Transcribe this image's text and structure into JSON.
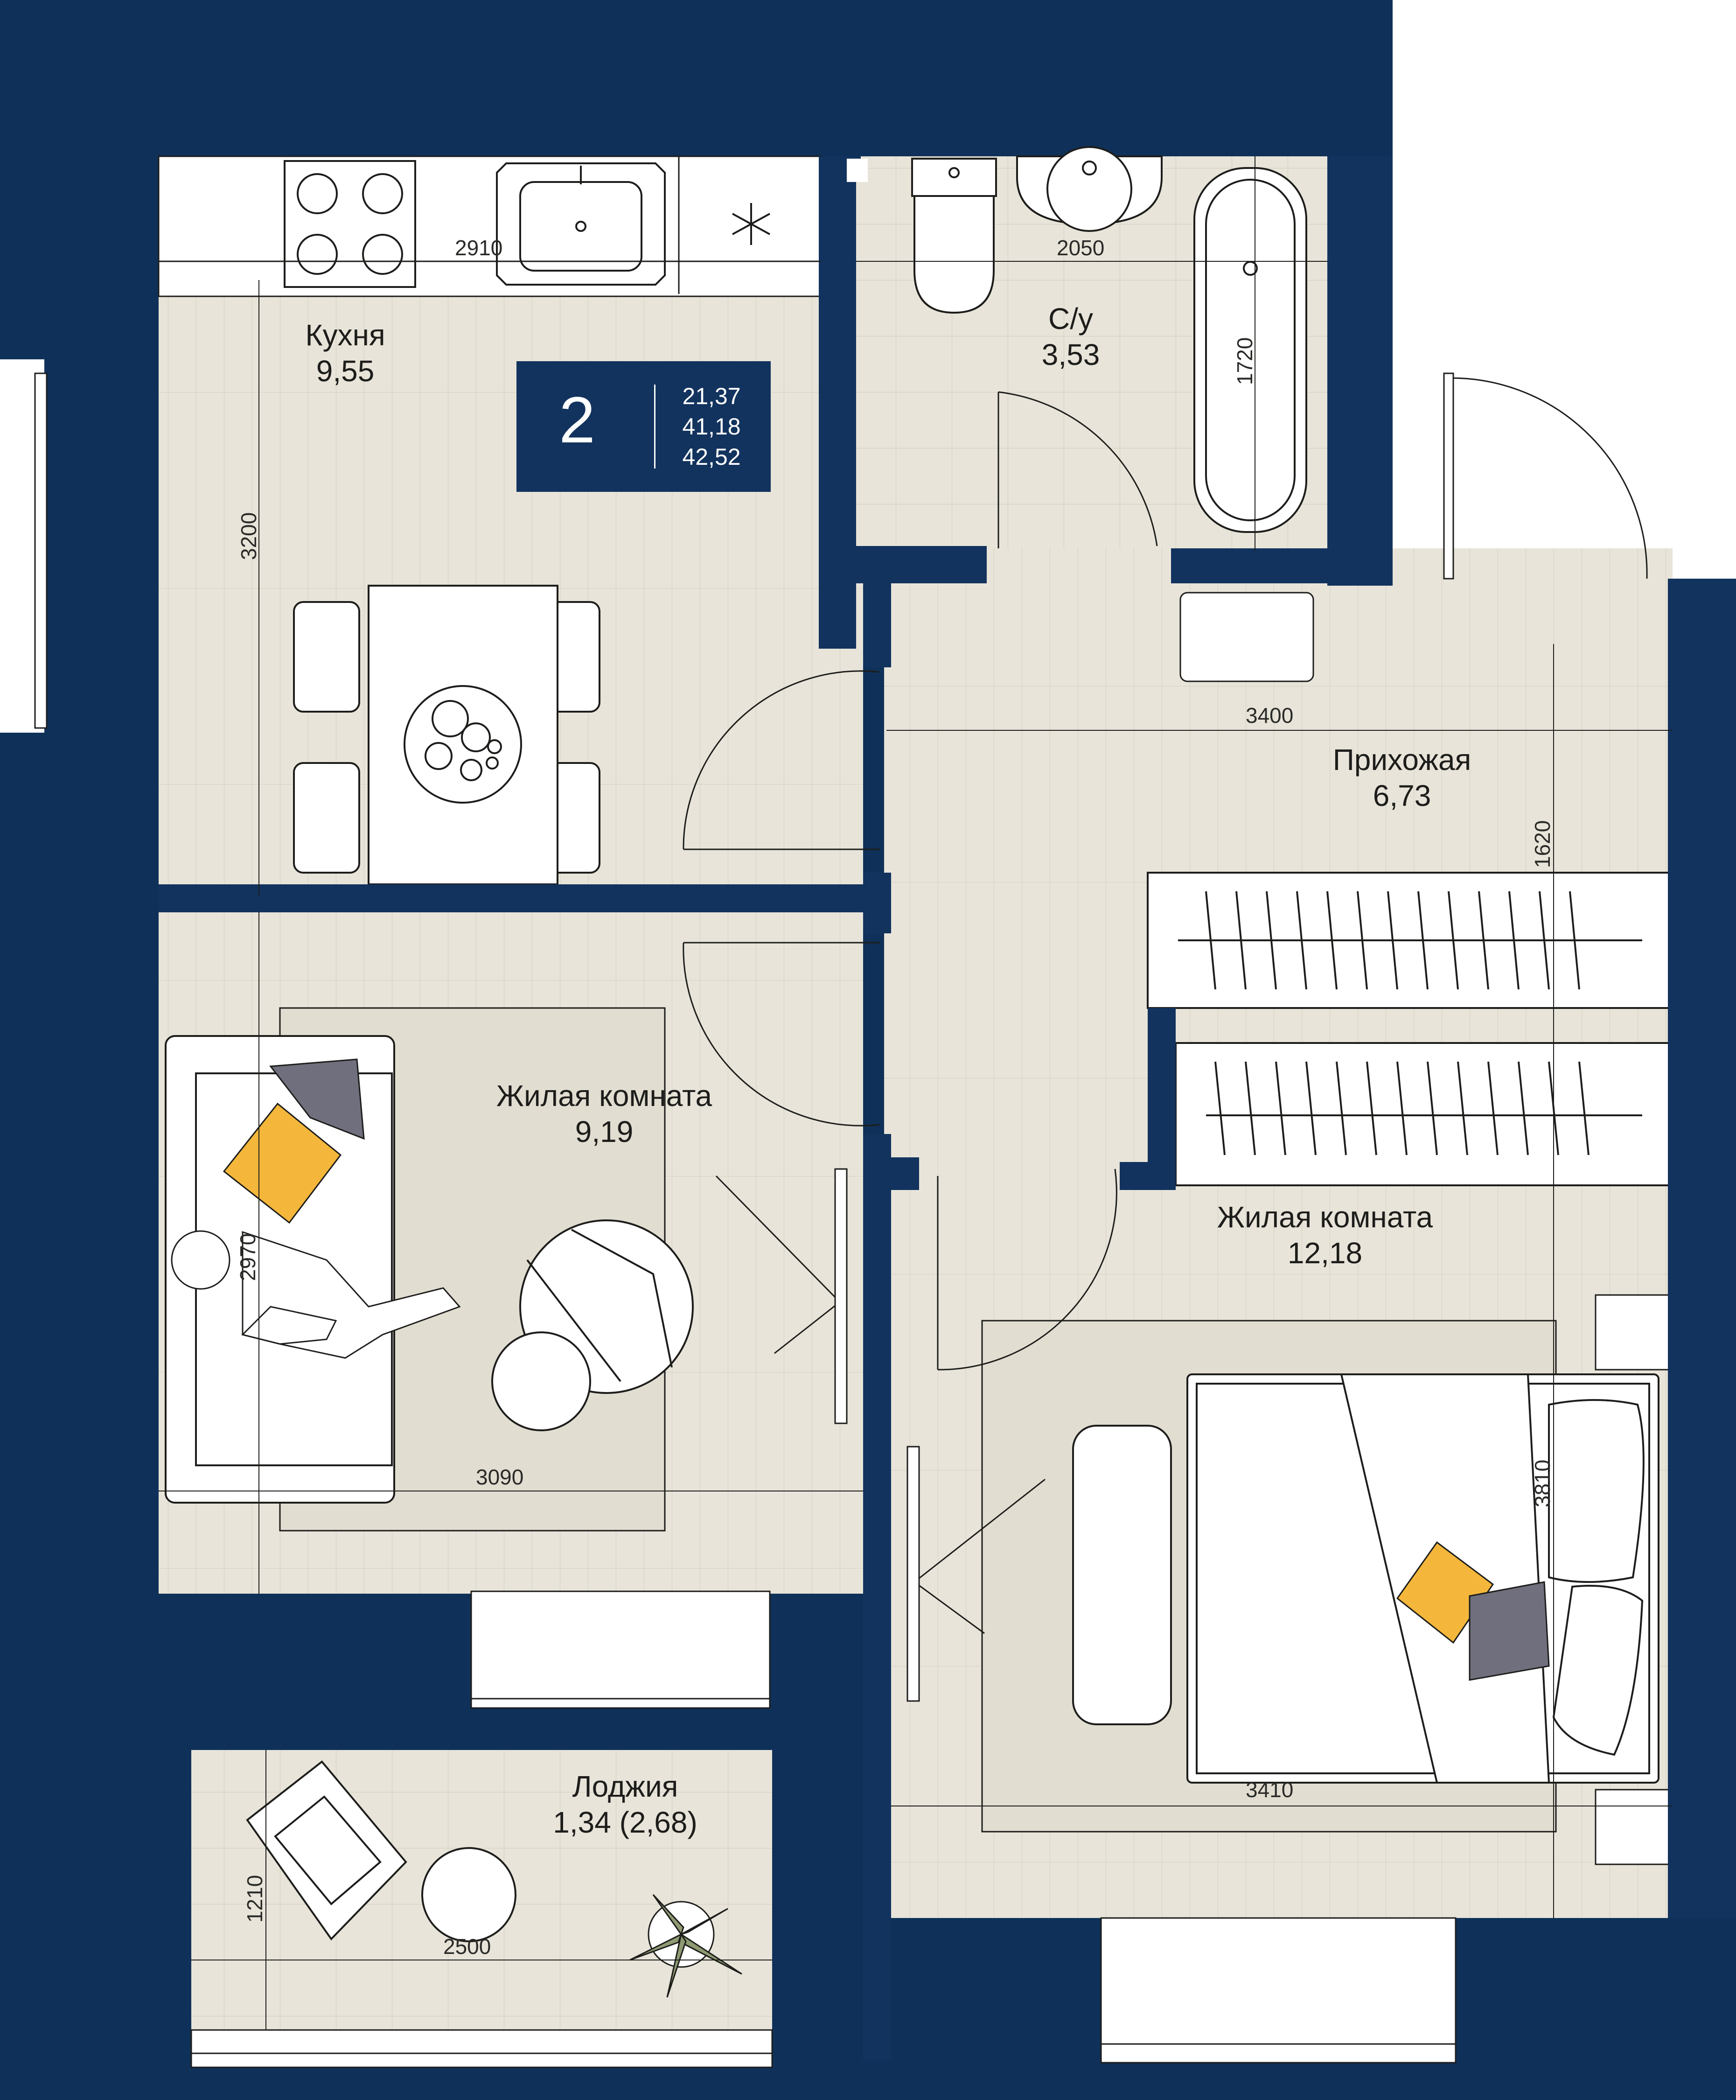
{
  "colors": {
    "wall": "#12335e",
    "background": "#0f3159",
    "floor": "#e8e4d9",
    "rug": "#e2ddd1",
    "accent_yellow": "#f4b73b",
    "accent_gray": "#6f6f7d",
    "line": "#1d1d1b"
  },
  "badge": {
    "rooms": "2",
    "area_living": "21,37",
    "area_total": "41,18",
    "area_with_loggia": "42,52"
  },
  "rooms": {
    "kitchen": {
      "name": "Кухня",
      "area": "9,55"
    },
    "bathroom": {
      "name": "С/у",
      "area": "3,53"
    },
    "hallway": {
      "name": "Прихожая",
      "area": "6,73"
    },
    "living_room_1": {
      "name": "Жилая комната",
      "area": "9,19"
    },
    "living_room_2": {
      "name": "Жилая комната",
      "area": "12,18"
    },
    "loggia": {
      "name": "Лоджия",
      "area": "1,34 (2,68)"
    }
  },
  "dimensions": {
    "kitchen_width": "2910",
    "kitchen_length": "3200",
    "bathroom_width": "2050",
    "bathroom_length": "1720",
    "hallway_width": "3400",
    "hallway_length": "1620",
    "room1_width": "3090",
    "room1_length": "2970",
    "room2_width": "3410",
    "room2_length": "3810",
    "loggia_width": "2500",
    "loggia_length": "1210"
  }
}
